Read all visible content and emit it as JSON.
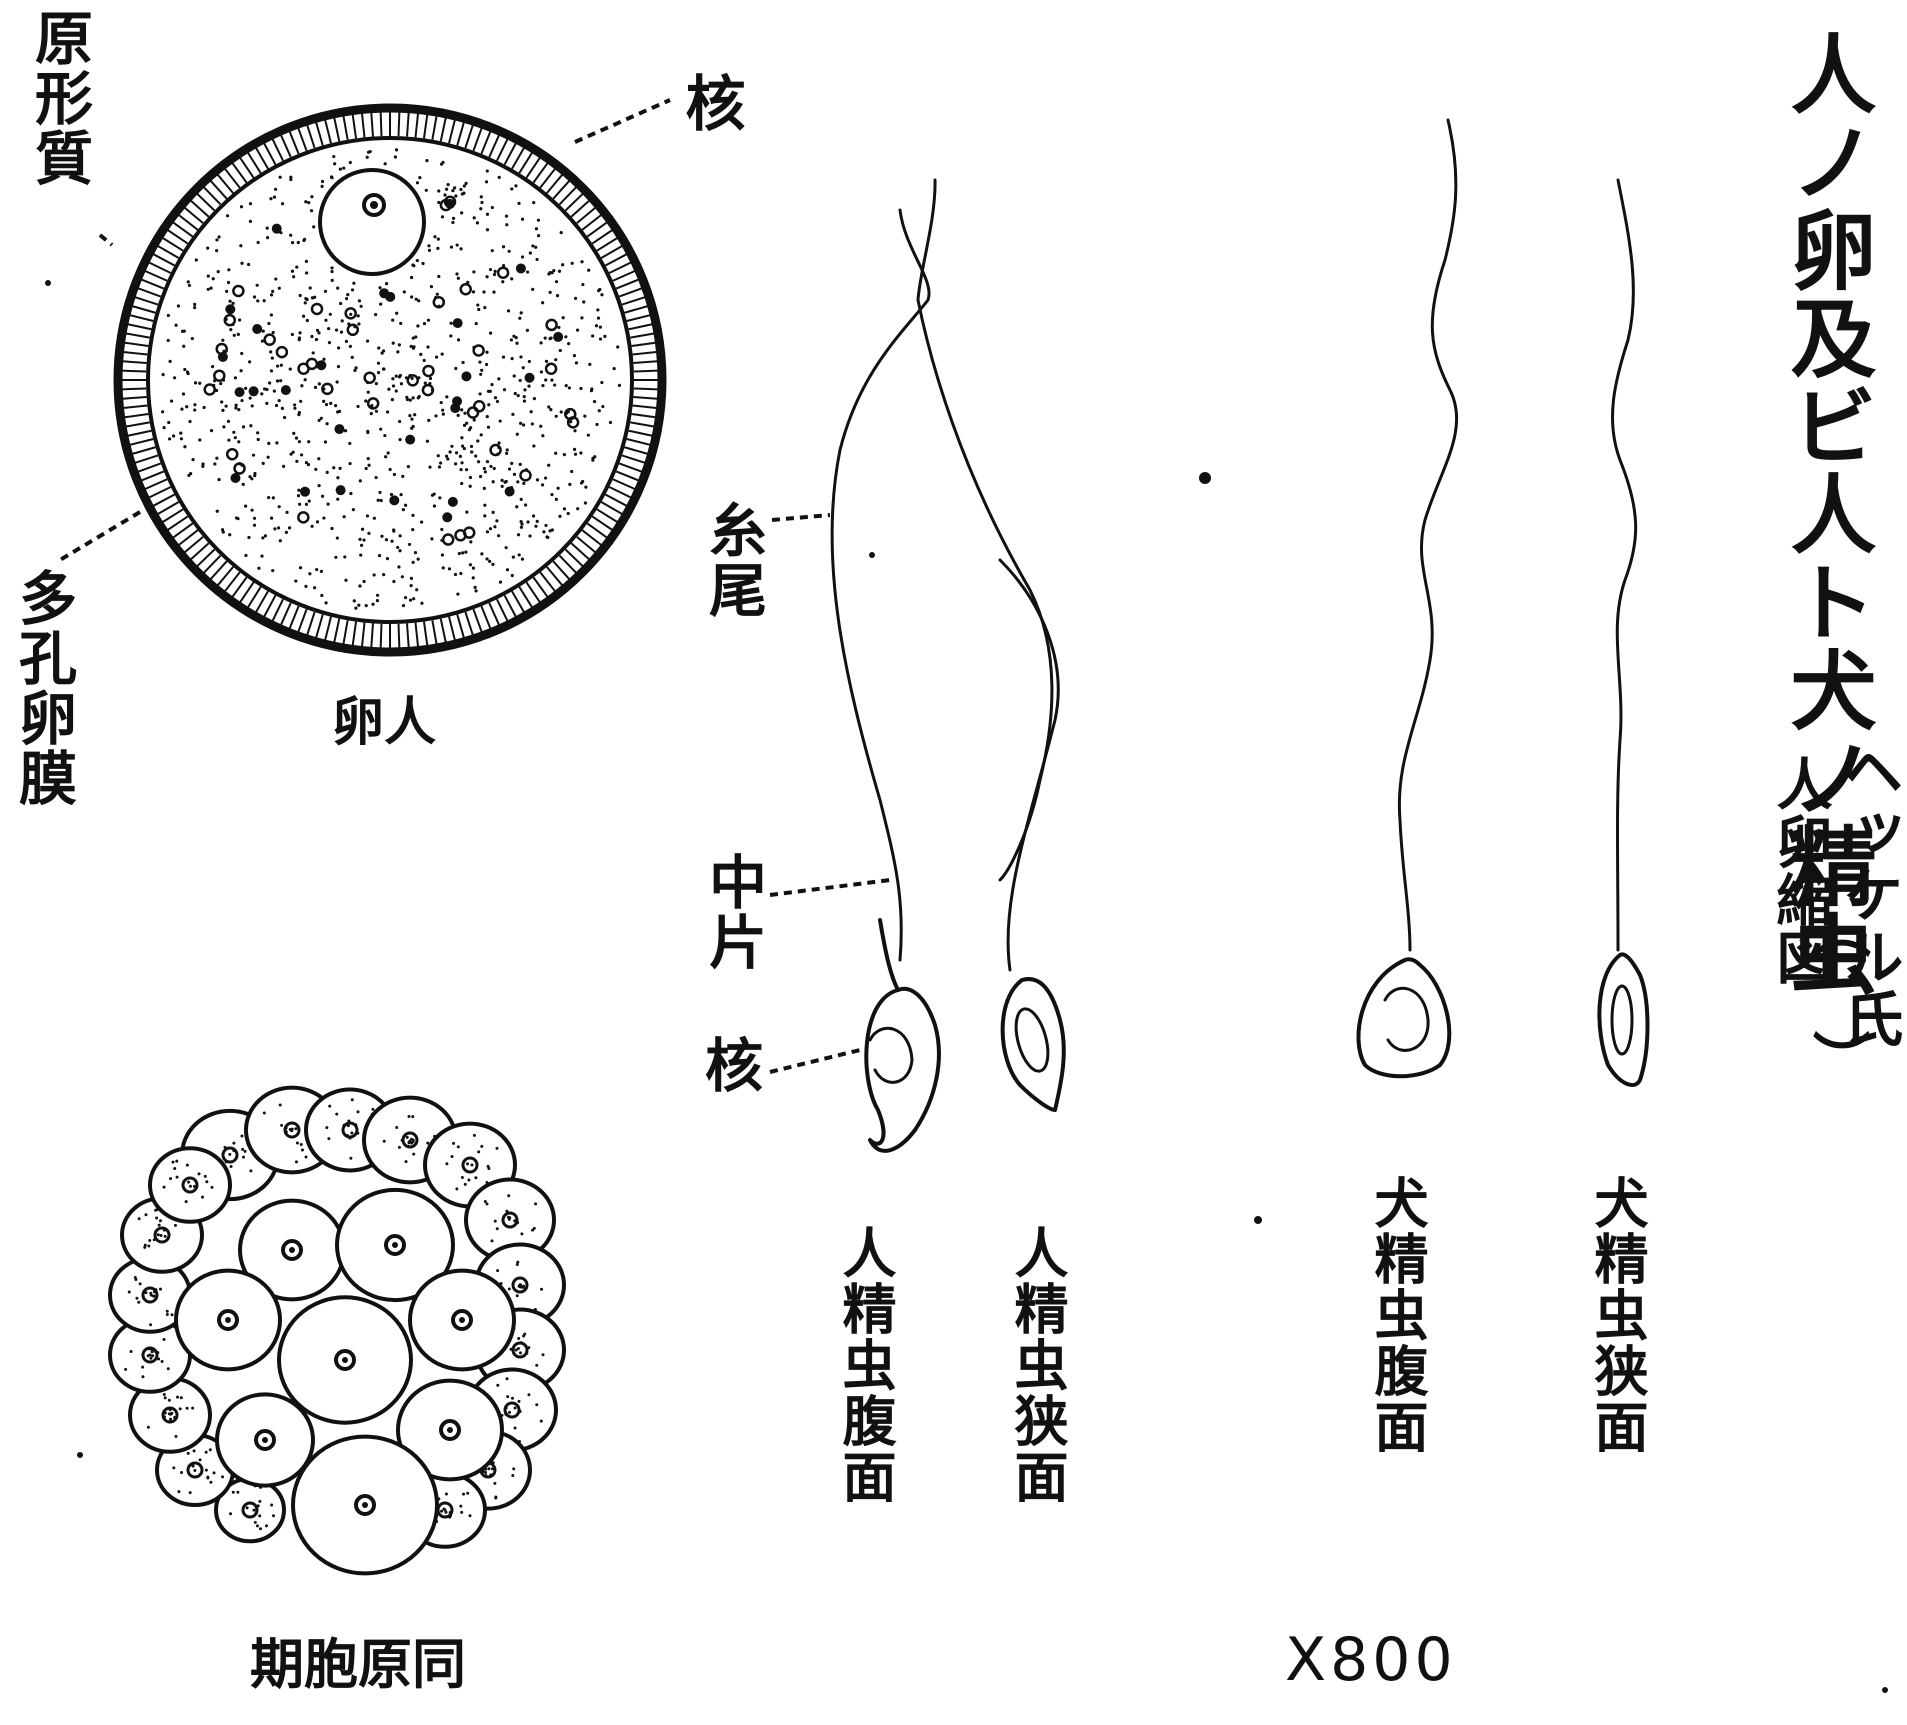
{
  "title": {
    "main": "人ノ卵及ビ人ト犬ノ精虫",
    "paren_author": "ヘッケル氏",
    "paren_note": "人卵縮図"
  },
  "ovum": {
    "caption": "卵人",
    "label_ectoplasm": "原形質",
    "label_nucleus": "核",
    "label_membrane": "多孔卵膜"
  },
  "morula": {
    "caption": "期胞原同"
  },
  "sperm_labels": {
    "tail": "糸尾",
    "middle": "中片",
    "nucleus": "核"
  },
  "sperm": [
    {
      "caption": "人精虫腹面"
    },
    {
      "caption": "人精虫狭面"
    },
    {
      "caption": "犬精虫腹面"
    },
    {
      "caption": "犬精虫狭面"
    }
  ],
  "magnification": "X800"
}
